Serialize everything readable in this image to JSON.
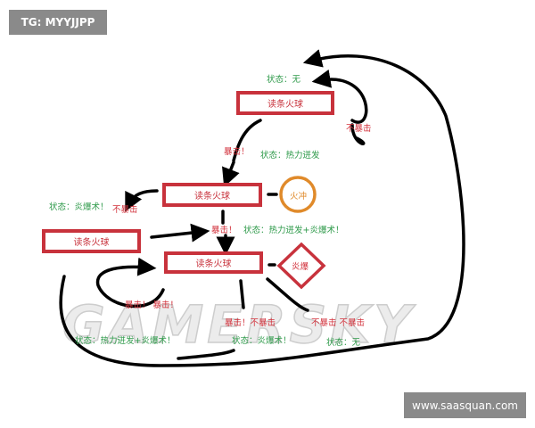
{
  "badges": {
    "top_left": "TG: MYYJJPP",
    "bottom_right": "www.saasquan.com"
  },
  "watermark": "GAMERSKY",
  "nodes": {
    "box": "读条火球",
    "circle": "火冲",
    "diamond": "炎爆"
  },
  "labels": {
    "state_none": "状态：无",
    "no_crit": "不暴击",
    "crit": "暴击！",
    "state_heat": "状态：热力迸发",
    "state_pyro": "状态：炎爆术！",
    "state_heat_pyro": "状态：热力迸发+炎爆术！",
    "crit_crit": "暴击！ 暴击！",
    "crit_nocrit": "暴击！不暴击",
    "nocrit_nocrit": "不暴击  不暴击"
  },
  "colors": {
    "box": "#c8323c",
    "circle": "#e08a2a",
    "state": "#2e9a4a",
    "event": "#d2323c"
  }
}
